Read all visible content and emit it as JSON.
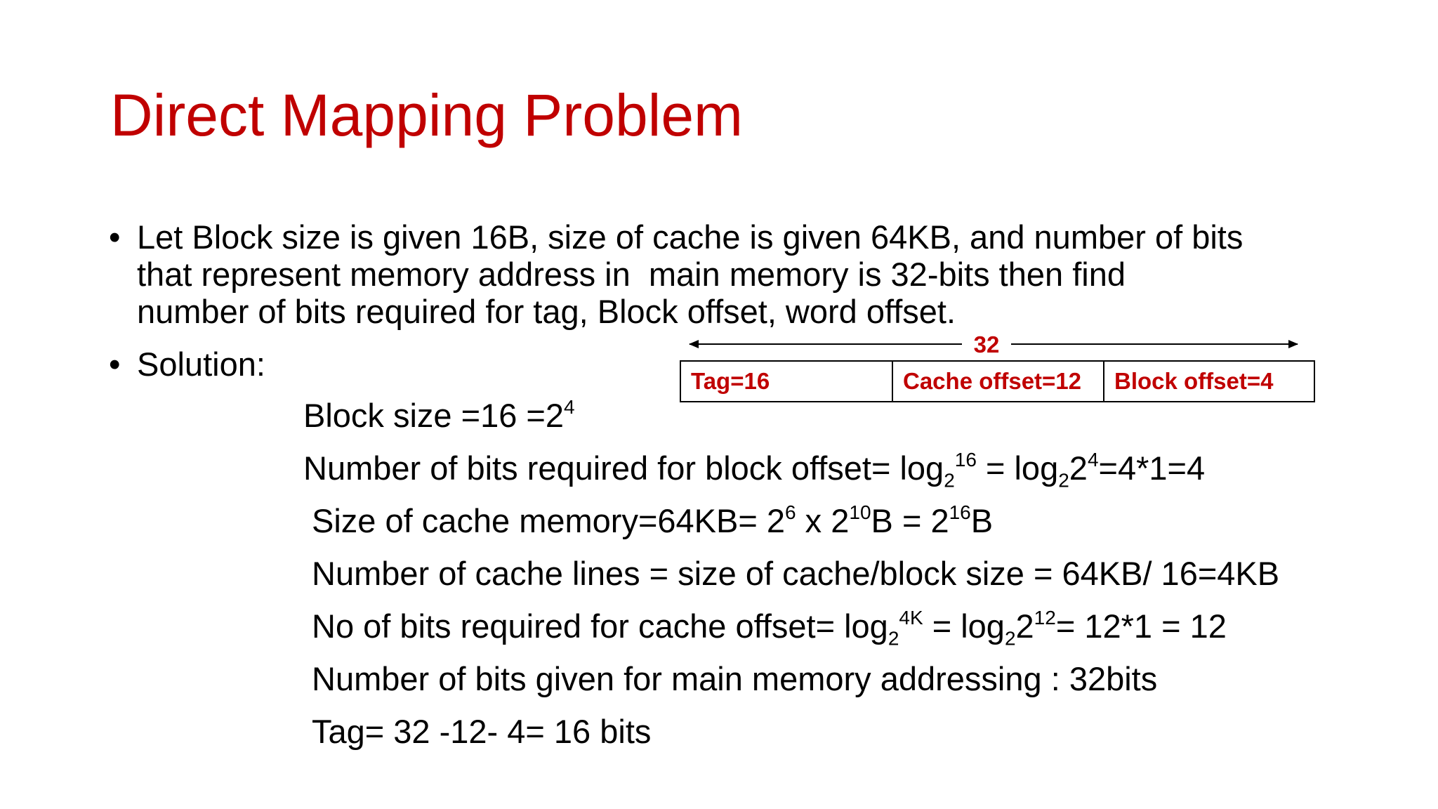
{
  "slide": {
    "title": "Direct Mapping Problem",
    "bullets": [
      {
        "marker": "•",
        "lines": [
          "Let Block size is given 16B, size of cache is given 64KB, and number of bits",
          "that represent memory address in  main memory is 32-bits then find",
          "number of bits required for tag, Block offset, word offset."
        ]
      },
      {
        "marker": "•",
        "lines": [
          "Solution:"
        ]
      }
    ],
    "address_format": {
      "total_bits": "32",
      "fields": [
        {
          "label": "Tag=16"
        },
        {
          "label": "Cache offset=12"
        },
        {
          "label": "Block offset=4"
        }
      ]
    },
    "solution": {
      "block_size": {
        "prefix": "Block size =16 =2",
        "exp": "4"
      },
      "block_offset": {
        "prefix": "Number of bits required for block offset=   log",
        "sub1": "2",
        "sup1": "16",
        "mid": " = log",
        "sub2": "2",
        "base2": "2",
        "sup2": "4",
        "suffix": "=4*1=4"
      },
      "cache_size": {
        "prefix": "Size of cache memory=64KB= 2",
        "sup1": "6",
        "mid1": " x 2",
        "sup2": "10",
        "mid2": "B = 2",
        "sup3": "16",
        "suffix": "B"
      },
      "cache_lines": "Number of cache lines = size of cache/block size = 64KB/ 16=4KB",
      "cache_offset": {
        "prefix": "No of bits required for cache offset= log",
        "sub1": "2",
        "sup1": "4K",
        "mid": " = log",
        "sub2": "2",
        "base2": "2",
        "sup2": "12",
        "suffix": "= 12*1 = 12"
      },
      "addressing": "Number of bits given for main memory addressing : 32bits",
      "tag": "Tag= 32 -12- 4= 16 bits"
    }
  }
}
